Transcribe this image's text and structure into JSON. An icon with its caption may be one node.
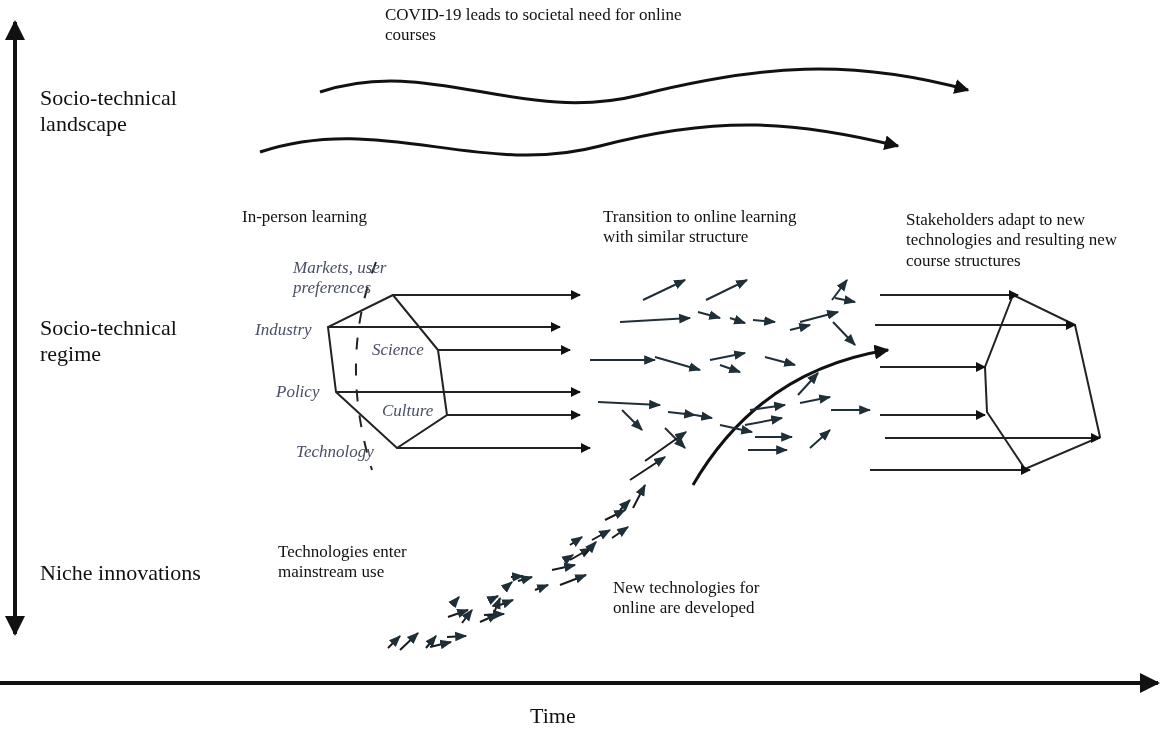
{
  "diagram": {
    "labels": [
      "COVID-19 leads to societal need for online courses",
      "Socio-technical landscape",
      "In-person learning",
      "Transition to online learning with similar structure",
      "Stakeholders adapt to new technologies and resulting new course structures",
      "Markets, user preferences",
      "Industry",
      "Science",
      "Socio-technical regime",
      "Policy",
      "Culture",
      "Technology",
      "Technologies enter mainstream use",
      "Niche innovations",
      "New technologies for online are developed",
      "Time"
    ]
  }
}
